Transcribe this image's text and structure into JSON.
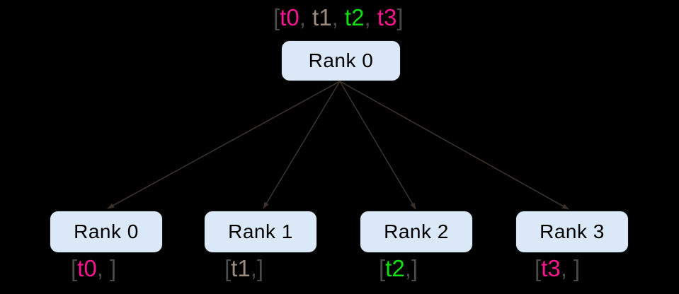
{
  "diagram": {
    "description": "scatter of tensor list from root rank to all ranks",
    "colors": {
      "background": "#000000",
      "node_fill": "#dbe8f7",
      "node_border": "#141414",
      "node_text": "#000000",
      "arrow": "#3b312c",
      "pink": "#f7168f",
      "gray": "#9c8c80",
      "green": "#10e010",
      "dark": "#4a4a4a"
    },
    "root": {
      "label": "Rank 0",
      "annotation_text": "[t0, t1, t2, t3]",
      "annotation_tokens": [
        {
          "text": "[",
          "color": "dark"
        },
        {
          "text": "t0",
          "color": "pink"
        },
        {
          "text": ", ",
          "color": "dark"
        },
        {
          "text": "t1",
          "color": "gray"
        },
        {
          "text": ", ",
          "color": "dark"
        },
        {
          "text": "t2",
          "color": "green"
        },
        {
          "text": ", ",
          "color": "dark"
        },
        {
          "text": "t3",
          "color": "pink"
        },
        {
          "text": "]",
          "color": "dark"
        }
      ]
    },
    "children": [
      {
        "label": "Rank 0",
        "annotation_text": "[t0, ]",
        "annotation_tokens": [
          {
            "text": "[",
            "color": "dark"
          },
          {
            "text": "t0",
            "color": "pink"
          },
          {
            "text": ", ]",
            "color": "dark"
          }
        ]
      },
      {
        "label": "Rank 1",
        "annotation_text": "[t1,]",
        "annotation_tokens": [
          {
            "text": "[",
            "color": "dark"
          },
          {
            "text": "t1",
            "color": "gray"
          },
          {
            "text": ",]",
            "color": "dark"
          }
        ]
      },
      {
        "label": "Rank 2",
        "annotation_text": "[t2,]",
        "annotation_tokens": [
          {
            "text": "[",
            "color": "dark"
          },
          {
            "text": "t2",
            "color": "green"
          },
          {
            "text": ",]",
            "color": "dark"
          }
        ]
      },
      {
        "label": "Rank 3",
        "annotation_text": "[t3, ]",
        "annotation_tokens": [
          {
            "text": "[",
            "color": "dark"
          },
          {
            "text": "t3",
            "color": "pink"
          },
          {
            "text": ", ]",
            "color": "dark"
          }
        ]
      }
    ]
  }
}
